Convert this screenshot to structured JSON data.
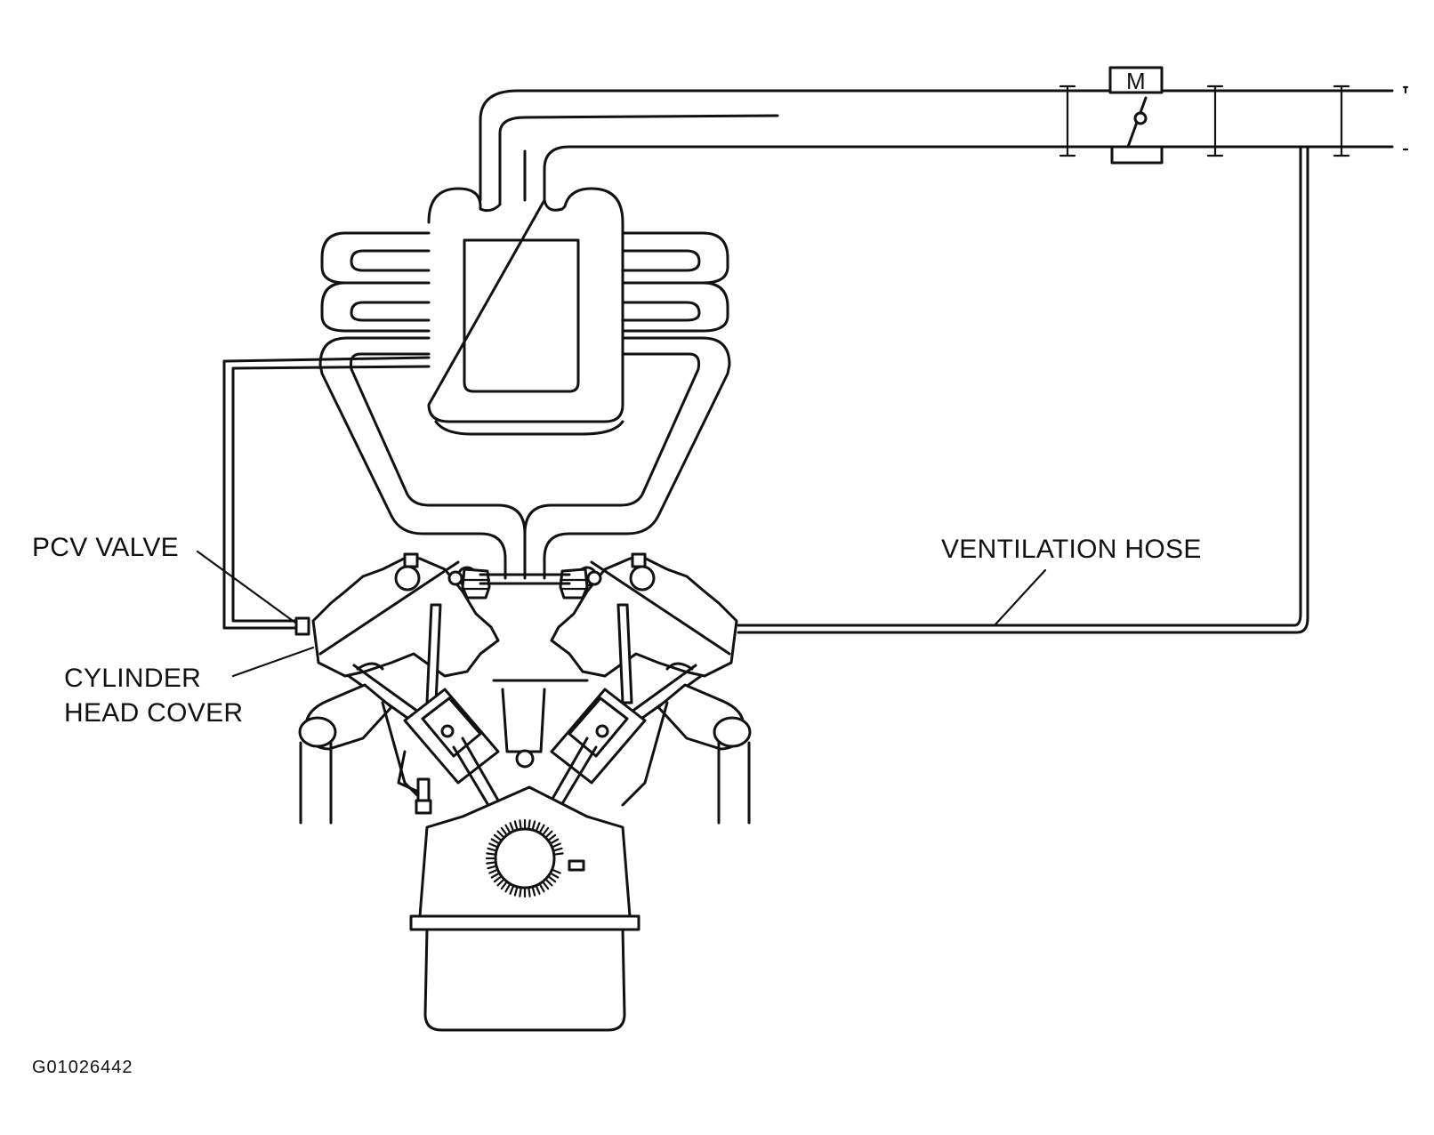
{
  "labels": {
    "pcv_valve": "PCV VALVE",
    "cylinder_head_cover_line1": "CYLINDER",
    "cylinder_head_cover_line2": "HEAD COVER",
    "ventilation_hose": "VENTILATION HOSE",
    "throttle_motor": "M",
    "figure_id": "G01026442"
  }
}
